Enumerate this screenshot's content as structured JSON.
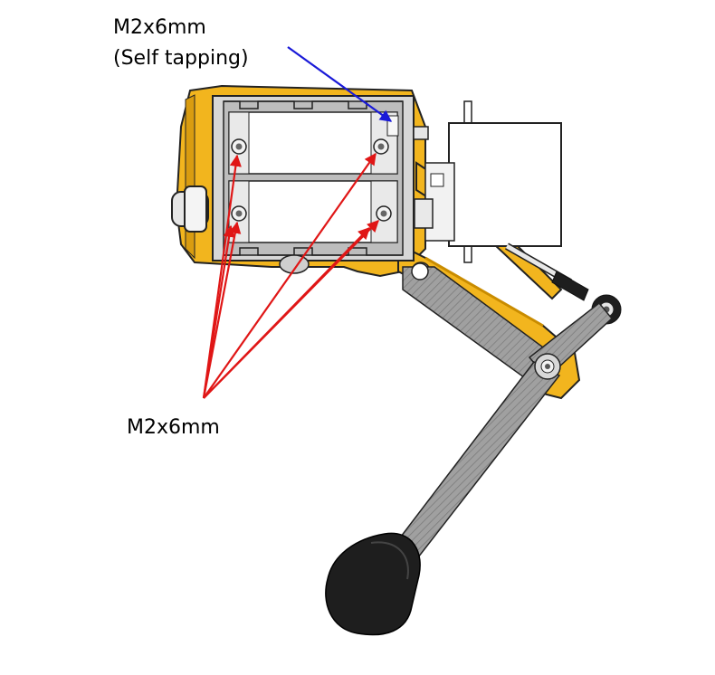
{
  "callouts": {
    "top_line1": "M2x6mm",
    "top_line2": "(Self tapping)",
    "bottom": "M2x6mm"
  },
  "colors": {
    "frame_yellow": "#f2b51e",
    "frame_yellow_dark": "#c98c00",
    "link_gray": "#9a9a9a",
    "foot_black": "#1e1e1e",
    "arrow_blue": "#1a1ad8",
    "arrow_red": "#e01616",
    "outline": "#222222"
  },
  "icons": {
    "screw": "screw-head-icon",
    "servo": "servo-motor-icon",
    "foot": "foot-pad-icon"
  }
}
